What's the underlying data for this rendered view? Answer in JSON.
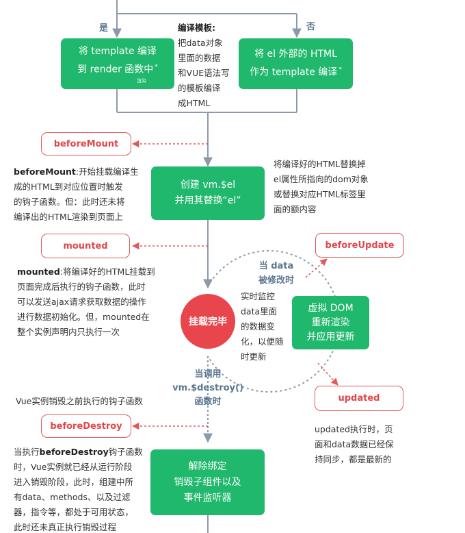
{
  "branch": {
    "yes": "是",
    "no": "否"
  },
  "compile_template_note": {
    "title": "编译模板:",
    "lines": [
      "把data对象",
      "里面的数据",
      "和VUE语法写",
      "的模板编译",
      "成HTML"
    ]
  },
  "box_render": {
    "line1": "将 template 编译",
    "line2": "到 render 函数中",
    "star": "*",
    "sub": "渲染"
  },
  "box_outer_html": {
    "line1": "将 el 外部的 HTML",
    "line2": "作为 template 编译",
    "star": "*"
  },
  "hooks": {
    "before_mount": "beforeMount",
    "mounted": "mounted",
    "before_update": "beforeUpdate",
    "updated": "updated",
    "before_destroy": "beforeDestroy"
  },
  "before_mount_note": {
    "bold": "beforeMount",
    "text": ":开始挂载编译生",
    "lines": [
      "成的HTML到对应位置时触发",
      "的钩子函数。但：此时还未将",
      "编译出的HTML渲染到页面上"
    ]
  },
  "box_create_vm": {
    "line1": "创建  vm.$el",
    "line2": "并用其替换“el”"
  },
  "replace_note": {
    "lines": [
      "将编译好的HTML替换掉",
      "el属性所指向的dom对象",
      "或替换对应HTML标签里",
      "面的额内容"
    ]
  },
  "mounted_note": {
    "bold": "mounted",
    "text": ":将编译好的HTML挂载到",
    "lines": [
      "页面完成后执行的钩子函数，此时",
      "可以发送ajax请求获取数据的操作",
      "进行数据初始化。但，mounted在",
      "整个实例声明内只执行一次"
    ]
  },
  "data_modified": {
    "line1": "当 data",
    "line2": "被修改时"
  },
  "watch_note": {
    "lines": [
      "实时监控",
      "data里面",
      "的数据变",
      "化，以便随",
      "时更新"
    ]
  },
  "circle_mounted": "挂载完毕",
  "box_virtual_dom": {
    "line1": "虚拟 DOM",
    "line2": "重新渲染",
    "line3": "并应用更新"
  },
  "destroy_call": {
    "line1": "当调用",
    "line2": "vm.$destroy()",
    "line3": "函数时"
  },
  "before_destroy_desc": "Vue实例销毁之前执行的钩子函数",
  "updated_note": {
    "lines": [
      "updated执行时，页",
      "面和data数据已经保",
      "持同步，都是最新的"
    ]
  },
  "before_destroy_note": {
    "prefix": "当执行",
    "bold": "beforeDestroy",
    "suffix": "钩子函数",
    "lines": [
      "时，Vue实例就已经从运行阶段",
      "进入销毁阶段，此时，组建中所",
      "有data、methods、以及过滤",
      "器，指令等，都处于可用状态，",
      "此时还未真正执行销毁过程"
    ]
  },
  "box_teardown": {
    "line1": "解除绑定",
    "line2": "销毁子组件以及",
    "line3": "事件监听器"
  },
  "colors": {
    "green": "#20b86c",
    "red": "#e2585b",
    "line": "#8a9aab",
    "label_blue": "#5b7690"
  }
}
